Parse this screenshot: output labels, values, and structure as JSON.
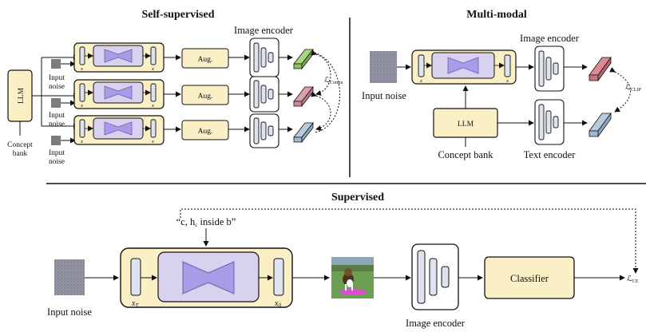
{
  "sections": {
    "self_supervised": "Self-supervised",
    "multi_modal": "Multi-modal",
    "supervised": "Supervised"
  },
  "labels": {
    "llm": "LLM",
    "concept_bank": "Concept bank",
    "concept_bank_line1": "Concept",
    "concept_bank_line2": "bank",
    "input_noise": "Input noise",
    "input_line1": "Input",
    "noise_line2": "noise",
    "aug": "Aug.",
    "image_encoder": "Image encoder",
    "text_encoder": "Text encoder",
    "classifier": "Classifier",
    "prompt": "“c, h inside b”",
    "prompt_sub": "c"
  },
  "math": {
    "xT": "x",
    "xT_sub": "T",
    "x0": "x",
    "x0_sub": "0",
    "L": "ℒ",
    "contra_sub": "Contra",
    "clip_sub": "CLIP",
    "ce_sub": "CE"
  },
  "colors": {
    "unet_fill": "#fbefc6",
    "block_fill": "#dde4ef",
    "bottleneck_fill": "#d9d2ee",
    "bowtie_fill": "#a99be6",
    "aug_fill": "#fbefc6",
    "emb_green": "#a9d67e",
    "emb_pink": "#d9a1ab",
    "emb_blue": "#b7cbe0",
    "emb_red": "#dd8a93",
    "ball": "#d94fd0"
  }
}
